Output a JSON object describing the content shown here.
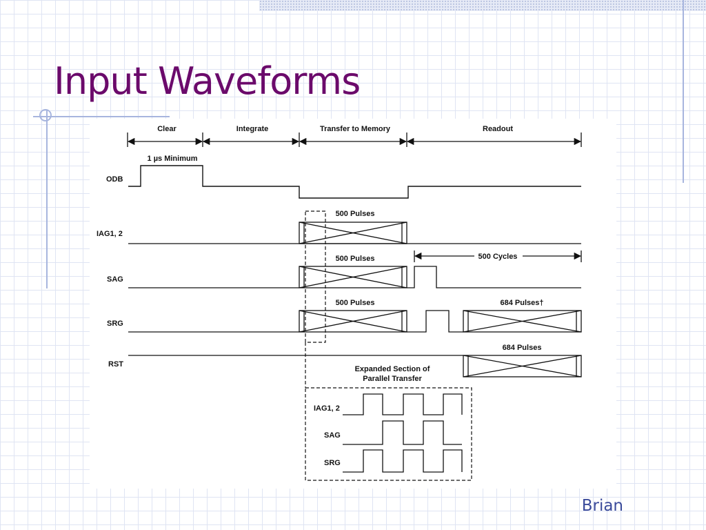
{
  "slide": {
    "title": "Input Waveforms",
    "author": "Brian"
  },
  "diagram": {
    "phases": [
      "Clear",
      "Integrate",
      "Transfer to Memory",
      "Readout"
    ],
    "odb_pulse_label": "1 µs Minimum",
    "signals": [
      "ODB",
      "IAG1, 2",
      "SAG",
      "SRG",
      "RST"
    ],
    "pulses_500": "500 Pulses",
    "cycles_label": "500 Cycles",
    "srg_readout_label": "684 Pulses†",
    "rst_readout_label": "684 Pulses",
    "expanded_section": {
      "title_line1": "Expanded Section of",
      "title_line2": "Parallel Transfer",
      "signals": [
        "IAG1, 2",
        "SAG",
        "SRG"
      ]
    }
  }
}
